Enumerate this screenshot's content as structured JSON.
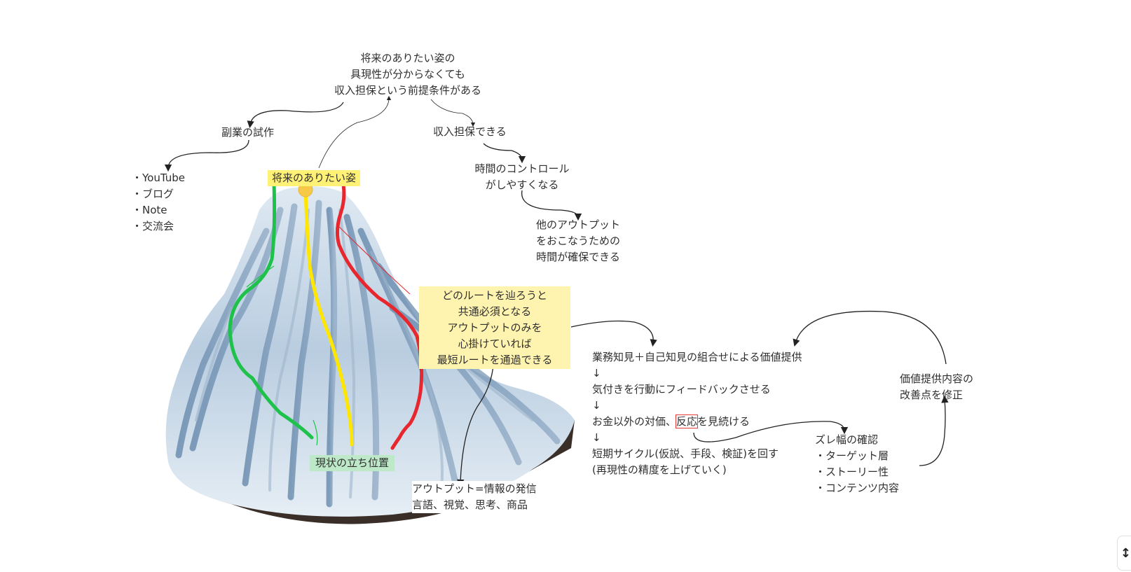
{
  "top_goal": {
    "line1": "将来のありたい姿の",
    "line2": "具現性が分からなくても",
    "line3": "収入担保という前提条件がある"
  },
  "side_job": {
    "title": "副業の試作",
    "items": [
      "・YouTube",
      "・ブログ",
      "・Note",
      "・交流会"
    ]
  },
  "income": {
    "label": "収入担保できる",
    "time_control": [
      "時間のコントロール",
      "がしやすくなる"
    ],
    "other_output": [
      "他のアウトプット",
      "をおこなうための",
      "時間が確保できる"
    ]
  },
  "mountain": {
    "summit_label": "将来のありたい姿",
    "base_label": "現状の立ち位置",
    "route_colors": {
      "green": "#1ec24b",
      "yellow": "#ffe600",
      "red": "#e8262d"
    },
    "summit_dot_color": "#f7c948"
  },
  "route_note": [
    "どのルートを辿ろうと",
    "共通必須となる",
    "アウトプットのみを",
    "心掛けていれば",
    "最短ルートを通過できる"
  ],
  "output_def": [
    "アウトプット=情報の発信",
    "言語、視覚、思考、商品"
  ],
  "flow": {
    "step1": "業務知見＋自己知見の組合せによる価値提供",
    "arrow": "↓",
    "step2": "気付きを行動にフィードバックさせる",
    "step3_pre": "お金以外の対価、",
    "step3_boxed": "反応",
    "step3_post": "を見続ける",
    "step4_line1": "短期サイクル(仮説、手段、検証)を回す",
    "step4_line2": "(再現性の精度を上げていく)"
  },
  "gap_check": {
    "title": "ズレ幅の確認",
    "items": [
      "・ターゲット層",
      "・ストーリー性",
      "・コンテンツ内容"
    ]
  },
  "improve": [
    "価値提供内容の",
    "改善点を修正"
  ],
  "handle_icon": "resize-vertical-icon"
}
